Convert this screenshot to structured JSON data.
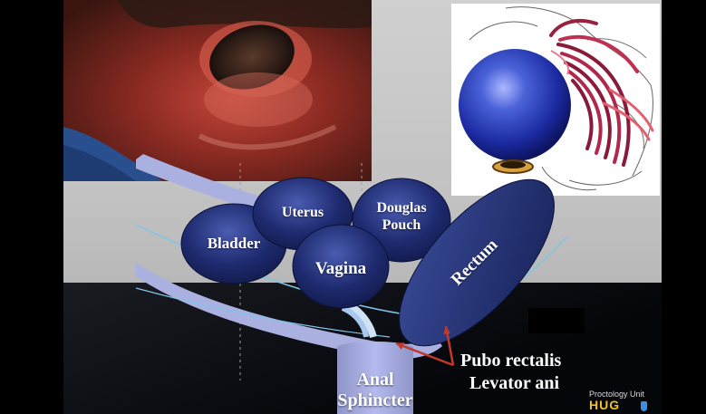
{
  "diagram": {
    "organs": {
      "bladder": "Bladder",
      "uterus": "Uterus",
      "douglas_pouch": "Douglas\nPouch",
      "vagina": "Vagina",
      "rectum": "Rectum",
      "anal_sphincter": "Anal\nSphincter"
    },
    "callout": {
      "line1": "Pubo rectalis",
      "line2": "Levator ani"
    }
  },
  "logo": {
    "caption": "Proctology Unit",
    "name": "HUG"
  },
  "colors": {
    "organ_fill": "#1e2a6e",
    "muscle_fill": "#aab0e0",
    "arrow": "#c0392b",
    "slide_gray": "#c8c8c8"
  }
}
